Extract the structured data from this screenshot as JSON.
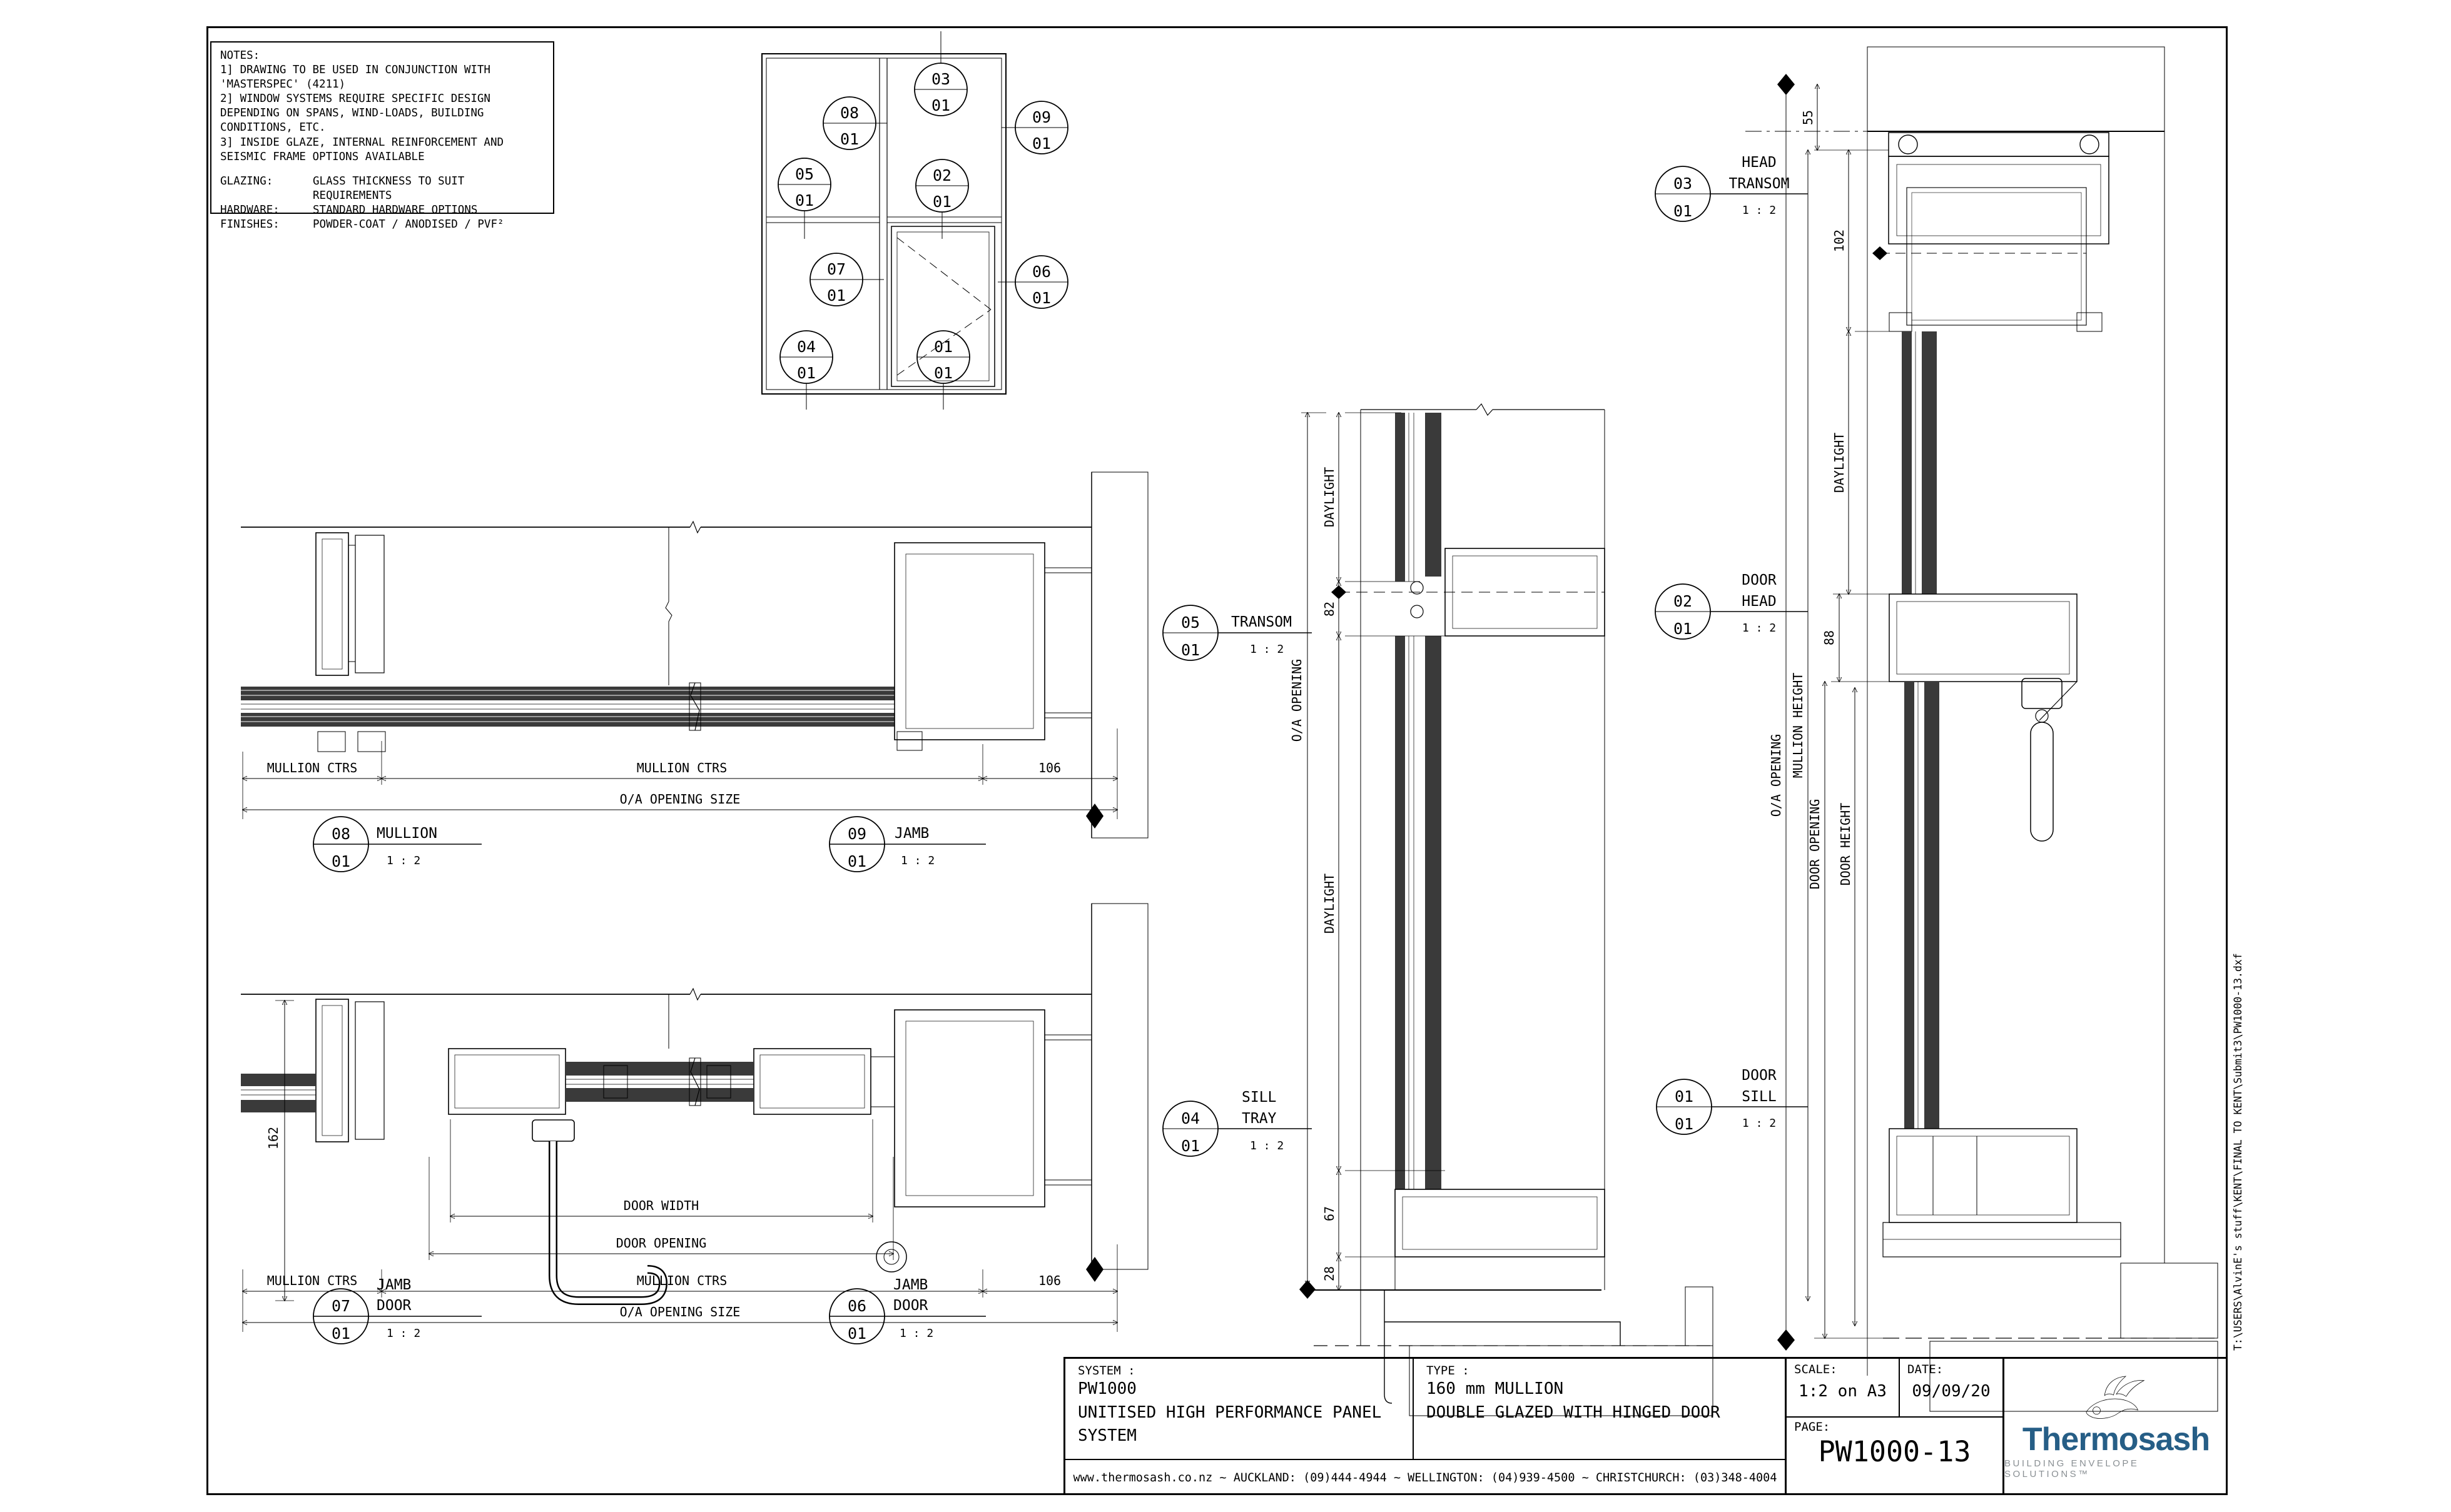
{
  "notes": {
    "title": "NOTES:",
    "line1": "1] DRAWING TO BE USED IN CONJUNCTION WITH 'MASTERSPEC' (4211)",
    "line2": "2] WINDOW SYSTEMS REQUIRE SPECIFIC DESIGN DEPENDING ON SPANS, WIND-LOADS, BUILDING CONDITIONS, ETC.",
    "line3": "3] INSIDE GLAZE, INTERNAL REINFORCEMENT AND SEISMIC FRAME OPTIONS AVAILABLE",
    "glazing_label": "GLAZING:",
    "glazing_value": "GLASS THICKNESS TO SUIT REQUIREMENTS",
    "hardware_label": "HARDWARE:",
    "hardware_value": "STANDARD HARDWARE OPTIONS",
    "finishes_label": "FINISHES:",
    "finishes_value": "POWDER-COAT / ANODISED / PVF²"
  },
  "callouts": {
    "d01": {
      "num": "01",
      "sheet": "01",
      "t1": "DOOR",
      "t2": "SILL",
      "scale": "1 : 2"
    },
    "d02": {
      "num": "02",
      "sheet": "01",
      "t1": "DOOR",
      "t2": "HEAD",
      "scale": "1 : 2"
    },
    "d03": {
      "num": "03",
      "sheet": "01",
      "t1": "HEAD",
      "t2": "TRANSOM",
      "scale": "1 : 2"
    },
    "d04": {
      "num": "04",
      "sheet": "01",
      "t1": "SILL",
      "t2": "TRAY",
      "scale": "1 : 2"
    },
    "d05": {
      "num": "05",
      "sheet": "01",
      "t1": "TRANSOM",
      "scale": "1 : 2"
    },
    "d06": {
      "num": "06",
      "sheet": "01",
      "t1": "JAMB",
      "t2": "DOOR",
      "scale": "1 : 2"
    },
    "d07": {
      "num": "07",
      "sheet": "01",
      "t1": "JAMB",
      "t2": "DOOR",
      "scale": "1 : 2"
    },
    "d08": {
      "num": "08",
      "sheet": "01",
      "t1": "MULLION",
      "scale": "1 : 2"
    },
    "d09": {
      "num": "09",
      "sheet": "01",
      "t1": "JAMB",
      "scale": "1 : 2"
    }
  },
  "dims": {
    "mullion_ctrs": "MULLION CTRS",
    "w106": "106",
    "oa_size": "O/A OPENING SIZE",
    "door_width": "DOOR WIDTH",
    "door_opening": "DOOR OPENING",
    "h162": "162",
    "daylight": "DAYLIGHT",
    "h82": "82",
    "oa": "O/A OPENING",
    "h67": "67",
    "h28": "28",
    "h55": "55",
    "h102": "102",
    "mullion_height": "MULLION HEIGHT",
    "h88": "88",
    "door_height": "DOOR HEIGHT"
  },
  "title_block": {
    "system_label": "SYSTEM :",
    "system_1": "PW1000",
    "system_2": "UNITISED HIGH PERFORMANCE PANEL",
    "system_3": "SYSTEM",
    "type_label": "TYPE :",
    "type_1": "160 mm MULLION",
    "type_2": "DOUBLE GLAZED WITH HINGED DOOR",
    "scale_label": "SCALE:",
    "scale_value": "1:2 on A3",
    "date_label": "DATE:",
    "date_value": "09/09/20",
    "page_label": "PAGE:",
    "page_value": "PW1000-13",
    "contact": "www.thermosash.co.nz  ~  AUCKLAND: (09)444-4944  ~  WELLINGTON: (04)939-4500  ~  CHRISTCHURCH: (03)348-4004",
    "logo_text": "Thermosash",
    "logo_tagline": "BUILDING ENVELOPE SOLUTIONS™",
    "logo_blue": "#265E86",
    "logo_gray": "#9BA1A6"
  },
  "file_path": "T:\\USERS\\AlvinE's stuff\\KENT\\FINAL TO KENT\\Submit3\\PW1000-13.dxf"
}
